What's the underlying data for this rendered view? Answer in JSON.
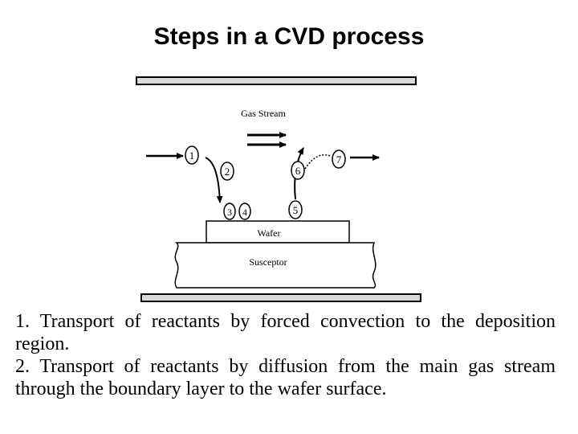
{
  "slide": {
    "title": "Steps in a CVD process"
  },
  "diagram": {
    "labels": {
      "gas_stream": "Gas Stream",
      "wafer": "Wafer",
      "susceptor": "Susceptor"
    },
    "steps": [
      "1",
      "2",
      "3",
      "4",
      "5",
      "6",
      "7"
    ]
  },
  "caption": {
    "items": [
      "1. Transport of reactants by forced convection to the deposition region.",
      "2. Transport of reactants by diffusion from the main gas stream through the boundary layer to the wafer surface."
    ]
  }
}
